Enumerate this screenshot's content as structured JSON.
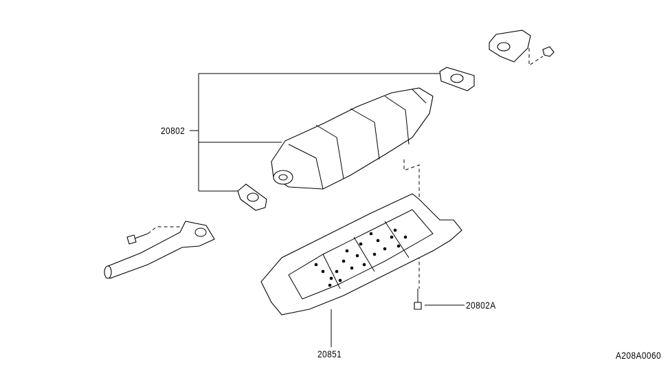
{
  "diagram": {
    "callouts": {
      "converter_assembly": "20802",
      "bolt": "20802A",
      "heat_insulator": "20851"
    },
    "figure_id": "A208A0060"
  }
}
